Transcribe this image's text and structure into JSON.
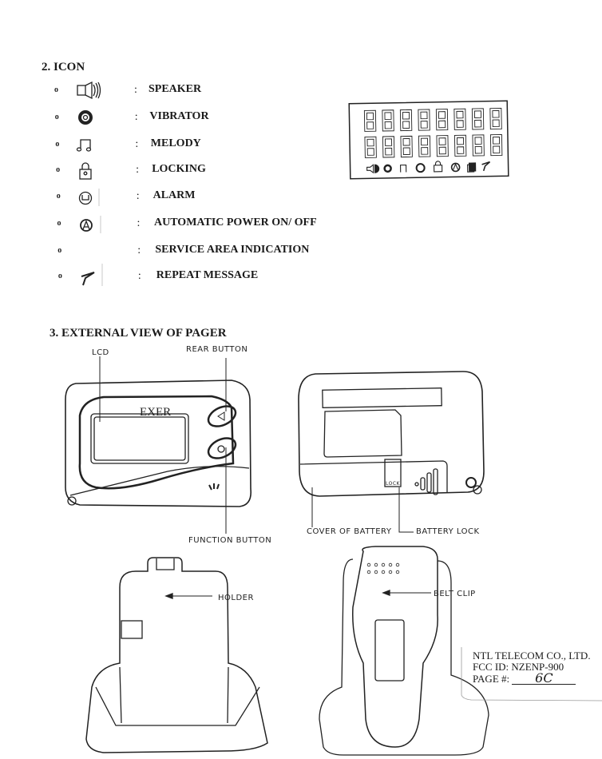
{
  "section2": {
    "heading": "2.  ICON",
    "items": [
      {
        "icon": "speaker-icon",
        "label": "SPEAKER"
      },
      {
        "icon": "vibrator-icon",
        "label": "VIBRATOR"
      },
      {
        "icon": "melody-icon",
        "label": "MELODY"
      },
      {
        "icon": "lock-icon",
        "label": "LOCKING"
      },
      {
        "icon": "alarm-icon",
        "label": "ALARM"
      },
      {
        "icon": "auto-power-icon",
        "label": "AUTOMATIC POWER ON/ OFF"
      },
      {
        "icon": "service-area-icon",
        "label": "SERVICE AREA INDICATION"
      },
      {
        "icon": "repeat-icon",
        "label": "REPEAT MESSAGE"
      }
    ],
    "colon": ":"
  },
  "section3": {
    "heading": "3.  EXTERNAL VIEW OF PAGER",
    "front": {
      "brand": "EXER",
      "lcd_label": "LCD",
      "rear_button_label": "REAR BUTTON",
      "function_button_label": "FUNCTION BUTTON"
    },
    "back": {
      "cover_label": "COVER OF BATTERY",
      "lock_label": "BATTERY LOCK",
      "lock_text": "LOCK"
    },
    "holder_label": "HOLDER",
    "belt_clip_label": "BELT CLIP"
  },
  "footer": {
    "company": "NTL TELECOM CO., LTD.",
    "fcc_id": "FCC ID:  NZENP-900",
    "page_label": "PAGE #:",
    "page_value": "6C"
  }
}
